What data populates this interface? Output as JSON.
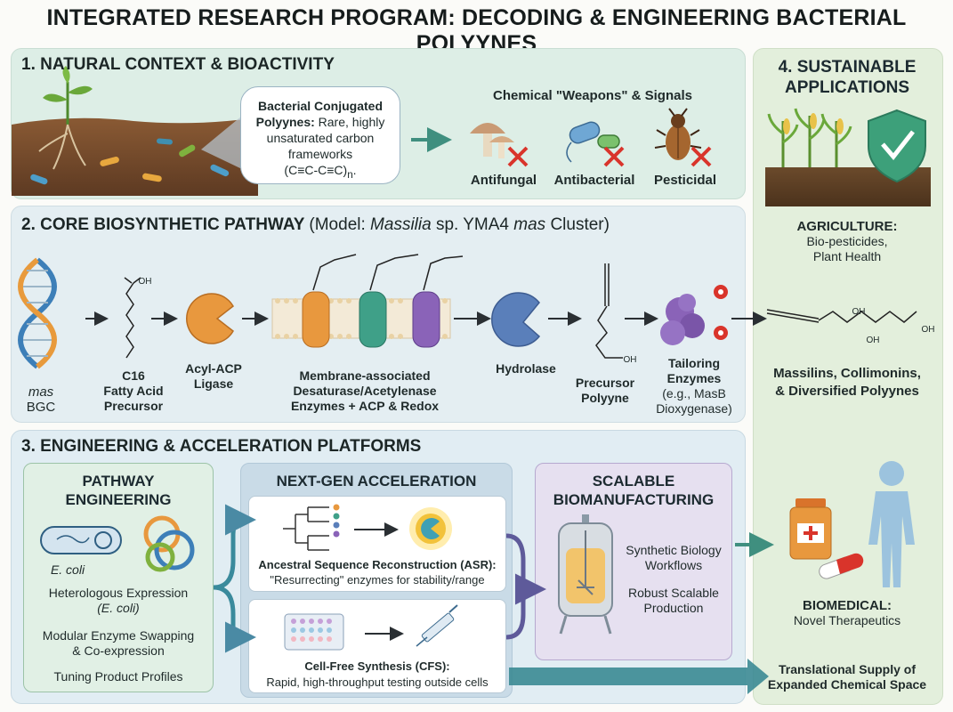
{
  "title": "INTEGRATED RESEARCH PROGRAM: DECODING & ENGINEERING BACTERIAL POLYYNES",
  "s1": {
    "heading": "1. NATURAL CONTEXT & BIOACTIVITY",
    "bubble_bold": "Bacterial Conjugated Polyynes:",
    "bubble_text": "Rare, highly unsaturated carbon frameworks",
    "bubble_formula": "(C≡C-C≡C)",
    "bubble_sub": "n",
    "weapons_heading": "Chemical \"Weapons\" & Signals",
    "activities": [
      "Antifungal",
      "Antibacterial",
      "Pesticidal"
    ]
  },
  "s2": {
    "heading": "2. CORE BIOSYNTHETIC PATHWAY",
    "model_pre": "(Model: ",
    "model_genus": "Massilia",
    "model_mid": " sp. YMA4 ",
    "model_cluster": "mas",
    "model_post": " Cluster)",
    "bgc_italic": "mas",
    "bgc_text": " BGC",
    "precursor": [
      "C16",
      "Fatty Acid",
      "Precursor"
    ],
    "ligase": [
      "Acyl-ACP",
      "Ligase"
    ],
    "membrane": [
      "Membrane-associated",
      "Desaturase/Acetylenase",
      "Enzymes + ACP & Redox"
    ],
    "hydrolase": "Hydrolase",
    "precursor_polyyne": [
      "Precursor",
      "Polyyne"
    ],
    "tailoring": [
      "Tailoring",
      "Enzymes"
    ],
    "tailoring_note": [
      "(e.g., MasB",
      "Dioxygenase)"
    ],
    "oh_label": "OH"
  },
  "s3": {
    "heading": "3. ENGINEERING & ACCELERATION PLATFORMS",
    "pathway_heading": [
      "PATHWAY",
      "ENGINEERING"
    ],
    "ecoli_label": "E. coli",
    "het_expr": "Heterologous Expression",
    "het_expr_sub": "(E. coli)",
    "modular": [
      "Modular Enzyme Swapping",
      "& Co-expression"
    ],
    "tuning": "Tuning Product Profiles",
    "nextgen_heading": "NEXT-GEN ACCELERATION",
    "asr_title": "Ancestral Sequence Reconstruction (ASR):",
    "asr_text": "\"Resurrecting\" enzymes for stability/range",
    "cfs_title": "Cell-Free Synthesis (CFS):",
    "cfs_text": "Rapid, high-throughput testing outside cells",
    "scalable_heading": [
      "SCALABLE",
      "BIOMANUFACTURING"
    ],
    "synbio": [
      "Synthetic Biology",
      "Workflows"
    ],
    "robust": [
      "Robust Scalable",
      "Production"
    ]
  },
  "s4": {
    "heading": [
      "4. SUSTAINABLE",
      "APPLICATIONS"
    ],
    "agri_title": "AGRICULTURE:",
    "agri_text": [
      "Bio-pesticides,",
      "Plant Health"
    ],
    "products": [
      "Massilins, Collimonins,",
      "& Diversified Polyynes"
    ],
    "biomed_title": "BIOMEDICAL:",
    "biomed_text": "Novel Therapeutics",
    "translational": [
      "Translational Supply of",
      "Expanded Chemical Space"
    ]
  },
  "colors": {
    "arrow": "#3f8f7f",
    "dna_orange": "#e89a3c",
    "dna_blue": "#3d7fb8",
    "ligase": "#e8983e",
    "hydrolase": "#5a7fba",
    "tailoring": "#8a63b8",
    "x_red": "#d9342b",
    "shield": "#3da07a"
  }
}
